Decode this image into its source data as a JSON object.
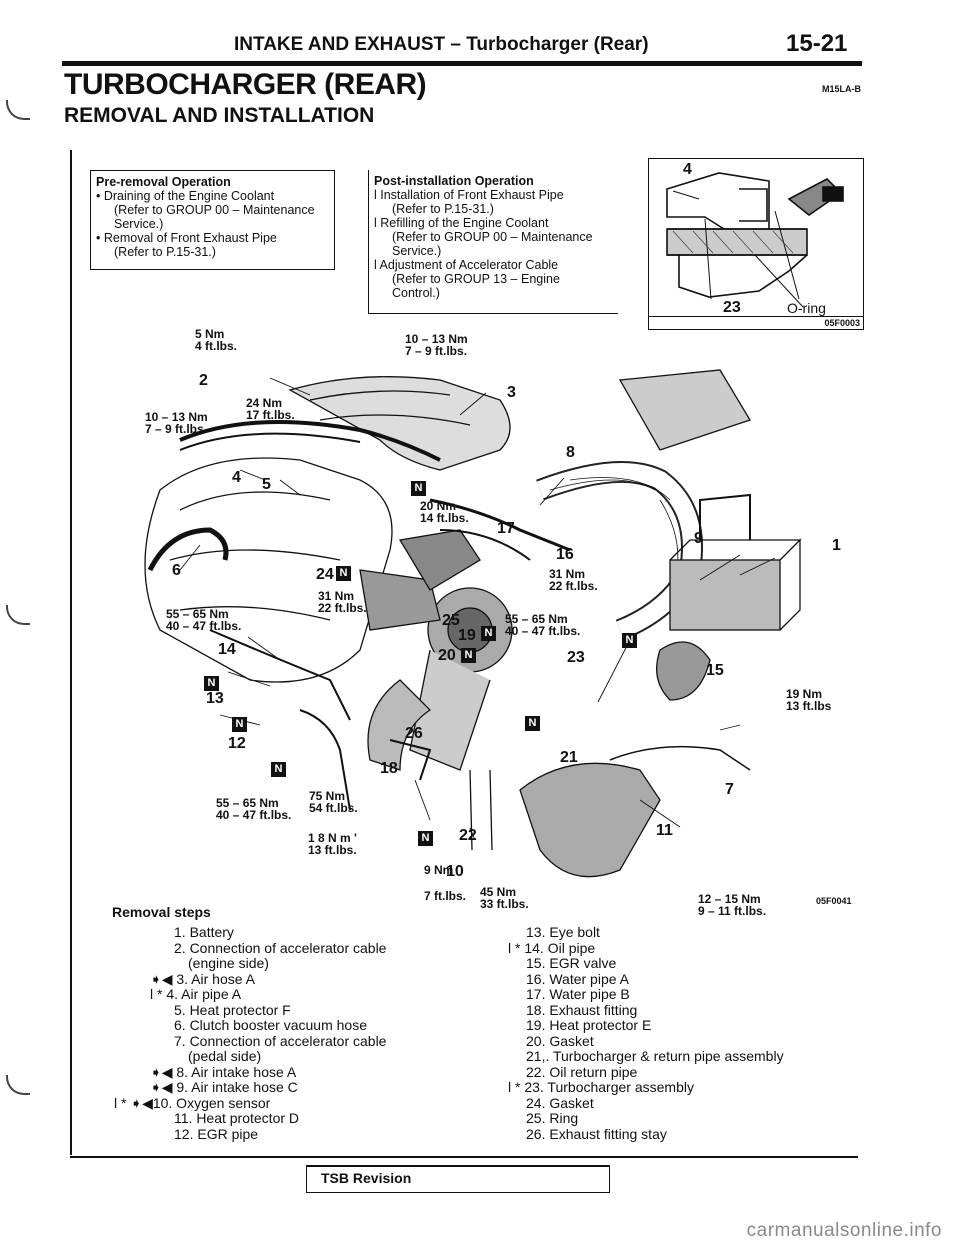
{
  "header": {
    "section": "INTAKE AND EXHAUST – Turbocharger (Rear)",
    "page": "15-21"
  },
  "title": "TURBOCHARGER (REAR)",
  "code": "M15LA-B",
  "subtitle": "REMOVAL AND INSTALLATION",
  "pre_removal": {
    "heading": "Pre-removal Operation",
    "items": [
      [
        "• Draining of the Engine Coolant",
        "(Refer to GROUP 00 – Maintenance",
        "Service.)"
      ],
      [
        "• Removal of Front Exhaust Pipe",
        "(Refer to P.15-31.)"
      ]
    ]
  },
  "post_install": {
    "heading": "Post-installation Operation",
    "items": [
      [
        "l Installation of Front Exhaust Pipe",
        "(Refer to P.15-31.)"
      ],
      [
        "l Refilling of the Engine Coolant",
        "(Refer to GROUP 00 – Maintenance",
        "Service.)"
      ],
      [
        "l Adjustment of Accelerator Cable",
        "(Refer to GROUP 13 – Engine",
        "Control.)"
      ]
    ]
  },
  "inset": {
    "label_4": "4",
    "label_23": "23",
    "oring": "O-ring",
    "code": "05F0003"
  },
  "figure_code": "05F0041",
  "torques": {
    "t1": [
      "5 Nm",
      "4 ft.lbs."
    ],
    "t2": [
      "10 – 13 Nm",
      "7 – 9 ft.lbs."
    ],
    "t3": [
      "24 Nm",
      "17 ft.lbs."
    ],
    "t4": [
      "10 – 13 Nm",
      "7 – 9 ft.lbs."
    ],
    "t5": [
      "20 Nm",
      "14 ft.lbs."
    ],
    "t6": [
      "31 Nm",
      "22 ft.lbs."
    ],
    "t7": [
      "31 Nm",
      "22 ft.lbs."
    ],
    "t8": [
      "55 – 65 Nm",
      "40 – 47 ft.lbs."
    ],
    "t9": [
      "55 – 65 Nm",
      "40 – 47 ft.lbs."
    ],
    "t10": [
      "19 Nm",
      "13 ft.lbs"
    ],
    "t11": [
      "55 – 65 Nm",
      "40 – 47 ft.lbs."
    ],
    "t12": [
      "75 Nm",
      "54 ft.lbs."
    ],
    "t13": [
      "1 8 N m '",
      "13 ft.lbs."
    ],
    "t14": [
      "9 Nm",
      "7 ft.lbs."
    ],
    "t15": [
      "45 Nm",
      "33 ft.lbs."
    ],
    "t16": [
      "12 – 15 Nm",
      "9 – 11 ft.lbs."
    ]
  },
  "callouts": [
    "1",
    "2",
    "3",
    "4",
    "5",
    "6",
    "7",
    "8",
    "9",
    "10",
    "11",
    "12",
    "13",
    "14",
    "15",
    "16",
    "17",
    "18",
    "19",
    "20",
    "21",
    "22",
    "23",
    "24",
    "25",
    "26"
  ],
  "removal_heading": "Removal steps",
  "steps_left": [
    "1. Battery",
    "2. Connection of accelerator cable",
    "(engine side)",
    "➧◀ 3. Air hose A",
    "l * 4. Air pipe A",
    "5. Heat protector F",
    "6. Clutch booster vacuum hose",
    "7. Connection of accelerator cable",
    "(pedal side)",
    "➧◀ 8. Air intake hose A",
    "➧◀ 9. Air intake hose C",
    "l * ➧◀10. Oxygen sensor",
    "11. Heat protector D",
    "12. EGR pipe"
  ],
  "steps_right": [
    "13. Eye bolt",
    "l * 14. Oil pipe",
    "15. EGR valve",
    "16. Water pipe A",
    "17. Water pipe B",
    "18. Exhaust fitting",
    "19. Heat protector E",
    "20. Gasket",
    "21,. Turbocharger & return pipe assembly",
    "22. Oil return pipe",
    "l * 23. Turbocharger assembly",
    "24. Gasket",
    "25. Ring",
    "26. Exhaust fitting stay"
  ],
  "tsb": "TSB Revision",
  "watermark": "carmanualsonline.info"
}
